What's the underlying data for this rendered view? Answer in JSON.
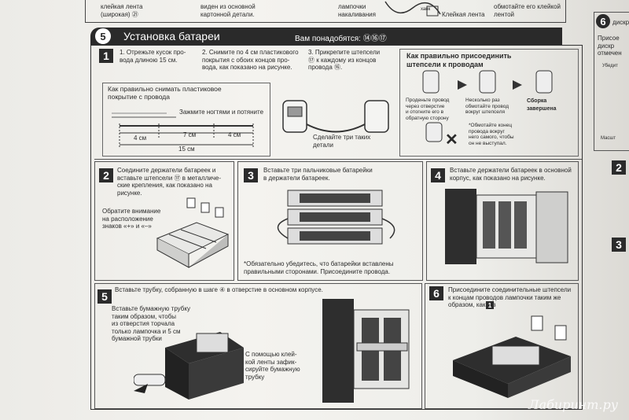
{
  "header": {
    "step_badge": "5",
    "title": "Установка батареи",
    "needs": "Вам понадобятся: ⑭⑯⑰"
  },
  "top_strip": {
    "a": "клейкая лента\n(широкая) ㉑",
    "b": "виден из основной\nкартонной детали.",
    "c": "лампочки\nнакаливания",
    "d": "Клейкая лента",
    "e": "обмотайте его клейкой\nлентой",
    "f": "ханк"
  },
  "right_strip": {
    "badge": "6",
    "title": "дискр",
    "t1": "Присое\nдискр\nотмечен",
    "t2": "Убедит",
    "t3": "Масшт"
  },
  "step1": {
    "num": "1",
    "s1": "1. Отрежьте кусок про-\nвода длиною 15 см.",
    "s2": "2. Снимите по 4 см пластикового\nпокрытия с обоих концов про-\nвода, как показано на рисунке.",
    "s3": "3. Прикрепите штепсели\n⑰ к каждому из концов\nпровода ⑯.",
    "strip_title": "Как правильно снимать пластиковое\nпокрытие с провода",
    "strip_hint": "Зажмите ногтями и потяните",
    "dim_a": "4 см",
    "dim_b": "7 см",
    "dim_c": "4 см",
    "dim_total": "15 см",
    "make3": "Сделайте три таких\nдетали"
  },
  "howto": {
    "title": "Как правильно присоединить\nштепсели к проводам",
    "c1": "Проденьте провод\nчерез отверстие\nи отогните его в\nобратную сторону",
    "c2": "Несколько раз\nобмотайте провод\nвокруг штепселя",
    "c3": "Сборка\nзавершена",
    "note": "*Обмотайте конец\nпровода вокруг\nнего самого, чтобы\nон не выступал.",
    "x": "✕"
  },
  "step2": {
    "num": "2",
    "text": "Соедините держатели батареек и\nвставьте штепсели ⑰ в металличе-\nские крепления, как показано на\nрисунке.",
    "note": "Обратите внимание\nна расположение\nзнаков «+» и «–»"
  },
  "step3": {
    "num": "3",
    "text": "Вставьте три пальчиковые батарейки\nв держатели батареек.",
    "note": "*Обязательно убедитесь, что батарейки вставлены\nправильными сторонами. Присоедините провода."
  },
  "step4": {
    "num": "4",
    "text": "Вставьте держатели батареек в основной\nкорпус, как показано на рисунке."
  },
  "step5": {
    "num": "5",
    "text": "Вставьте трубку, собранную в шаге ④ в отверстие в основном корпусе.",
    "note1": "Вставьте бумажную трубку\nтаким образом, чтобы\nиз отверстия торчала\nтолько лампочка и 5 см\nбумажной трубки",
    "note2": "С помощью клей-\nкой ленты зафик-\nсируйте бумажную\nтрубку"
  },
  "step6": {
    "num": "6",
    "text": "Присоедините соединительные штепсели\nк концам проводов лампочки таким же\nобразом, как и в"
  },
  "right_nums": {
    "a": "2",
    "b": "3"
  },
  "watermark": "Лабиринт.ру"
}
